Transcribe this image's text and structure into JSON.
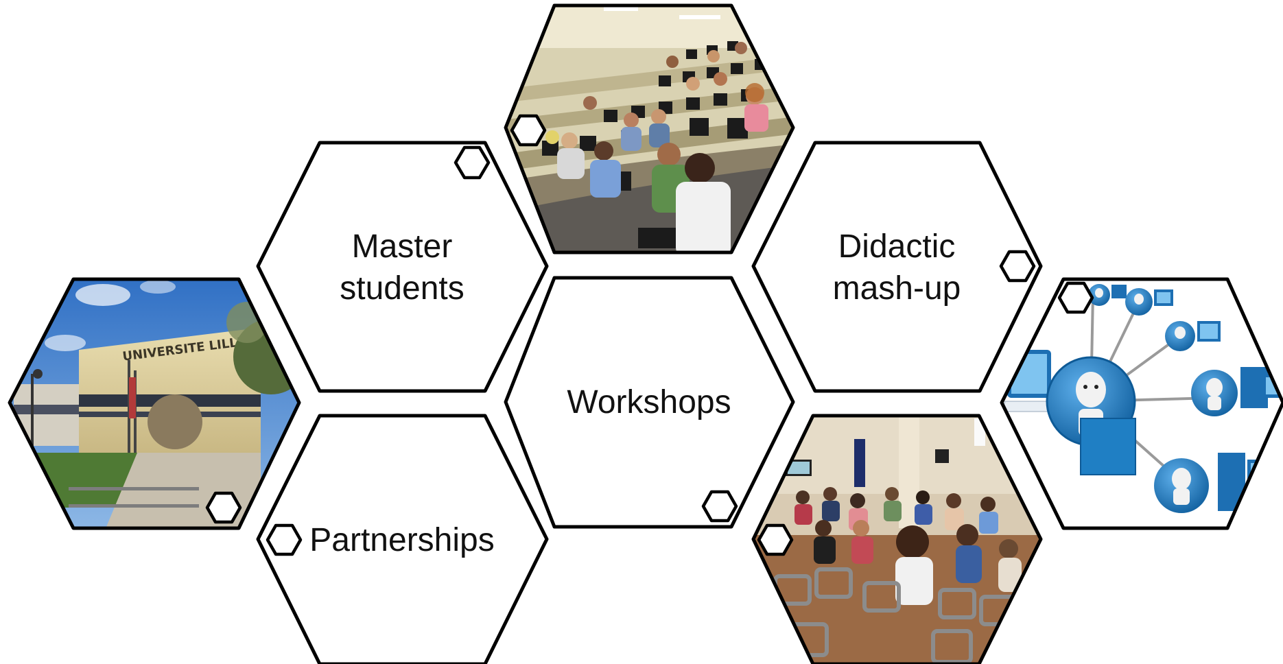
{
  "tiles": {
    "master_students": {
      "line1": "Master",
      "line2": "students"
    },
    "workshops": {
      "label": "Workshops"
    },
    "didactic_mashup": {
      "line1": "Didactic",
      "line2": "mash-up"
    },
    "partnerships": {
      "label": "Partnerships"
    }
  },
  "photos": {
    "lecture_hall": {
      "description_icon": "classroom-photo"
    },
    "university": {
      "building_sign": "UNIVERSITE LILLE"
    },
    "seminar_room": {
      "description_icon": "audience-photo"
    },
    "network": {
      "description_icon": "network-illustration"
    }
  },
  "colors": {
    "outline": "#000000",
    "network_blue": "#1a73b8",
    "sky_blue": "#3b78c9"
  }
}
